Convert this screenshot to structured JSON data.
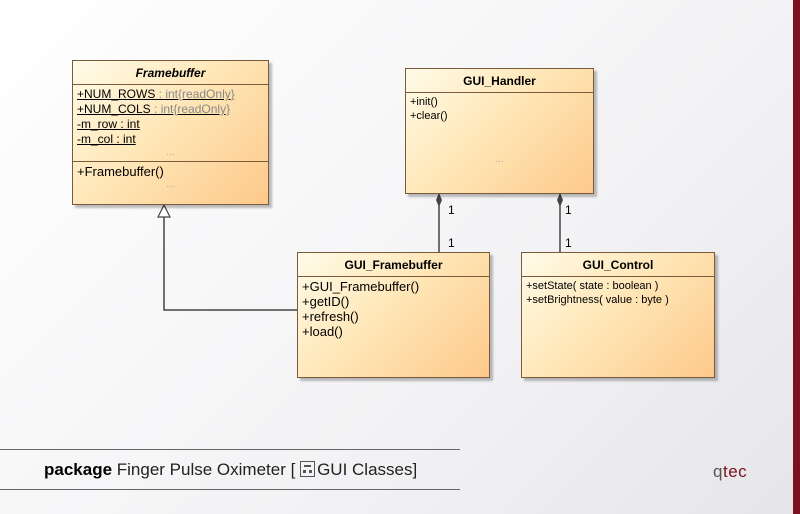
{
  "classes": {
    "framebuffer": {
      "name": "Framebuffer",
      "attributes": [
        {
          "name": "+NUM_ROWS",
          "type": " : int",
          "constraint": "{readOnly}"
        },
        {
          "name": "+NUM_COLS",
          "type": " : int",
          "constraint": "{readOnly}"
        },
        {
          "name": "-m_row",
          "type": " : int"
        },
        {
          "name": "-m_col",
          "type": " : int"
        }
      ],
      "operations": [
        "+Framebuffer()"
      ],
      "more": "..."
    },
    "gui_handler": {
      "name": "GUI_Handler",
      "operations": [
        "+init()",
        "+clear()"
      ],
      "more": "..."
    },
    "gui_framebuffer": {
      "name": "GUI_Framebuffer",
      "operations": [
        "+GUI_Framebuffer()",
        "+getID()",
        "+refresh()",
        "+load()"
      ]
    },
    "gui_control": {
      "name": "GUI_Control",
      "operations": [
        "+setState( state : boolean )",
        "+setBrightness( value : byte )"
      ]
    }
  },
  "multiplicities": [
    "1",
    "1",
    "1",
    "1"
  ],
  "footer": {
    "keyword": "package",
    "package_name": " Finger Pulse Oximeter [ ",
    "diagram_name": "GUI Classes]"
  },
  "logo": {
    "q": "q",
    "rest": "tec"
  },
  "colors": {
    "accent": "#7a1222"
  }
}
